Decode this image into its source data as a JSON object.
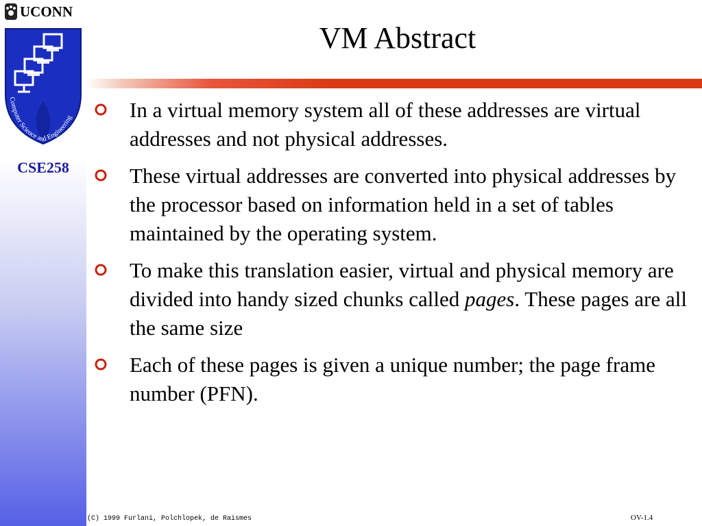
{
  "sidebar": {
    "logo_text": "UCONN",
    "shield_caption": "Computer Science and Engineering",
    "course_code": "CSE258"
  },
  "slide": {
    "title": "VM Abstract",
    "bullets": [
      {
        "text": "In a virtual memory system all of these addresses are virtual addresses and not physical addresses."
      },
      {
        "text": "These virtual addresses are converted into physical addresses by the processor based on information held in a set of tables maintained by the operating system."
      },
      {
        "before": "To make this translation easier, virtual and physical memory are divided into handy sized chunks called ",
        "emphasis": "pages",
        "after": ". These pages are all the same size"
      },
      {
        "text": "Each of these pages is given a unique number; the page frame number (PFN)."
      }
    ]
  },
  "footer": {
    "copyright": "(C) 1999 Furlani, Polchlopek, de Raismes",
    "page_number": "OV-1.4"
  },
  "colors": {
    "bullet": "#c8200c",
    "course_code": "#1a1aa6",
    "rule": "#d93a14",
    "shield": "#1a2fc0"
  },
  "icons": {
    "bullet": "hollow-circle-bullet-icon",
    "logo": "husky-paw-icon",
    "shield": "network-computers-shield-icon"
  }
}
